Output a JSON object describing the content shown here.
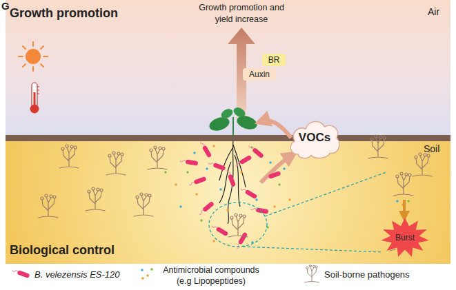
{
  "diagram": {
    "nodes": [
      {
        "text": [
          "BR"
        ]
      },
      {
        "text": [
          "Auxin"
        ]
      },
      {
        "text": [
          "VOCs"
        ]
      },
      {
        "text": [
          "Burst"
        ]
      }
    ],
    "labels": [
      "G",
      "Growth promotion",
      "Air",
      "Growth promotion and yield increase",
      "Soil",
      "Biological control"
    ],
    "legend": [
      {
        "text": "B. velezensis ES-120"
      },
      {
        "text": "Antimicrobial compounds (e.g Lipopeptides)"
      },
      {
        "text": "Soil-borne pathogens"
      }
    ]
  }
}
